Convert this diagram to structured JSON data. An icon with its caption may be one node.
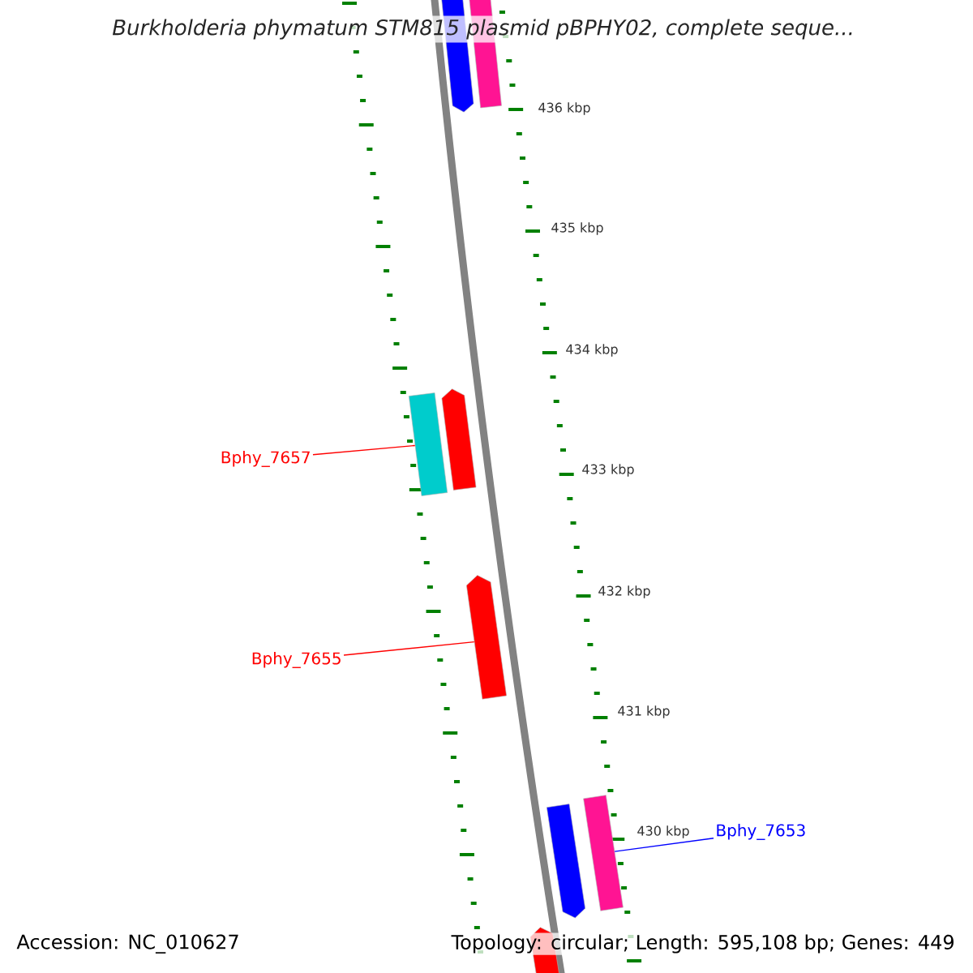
{
  "diagram": {
    "title": "Burkholderia phymatum STM815 plasmid pBPHY02, complete seque...",
    "nodes": [
      {
        "text": [],
        "shape": "arrow"
      },
      {
        "text": [],
        "shape": "bar"
      },
      {
        "text": [
          "Bphy_7657"
        ]
      },
      {
        "text": [],
        "shape": "bar"
      },
      {
        "text": [],
        "shape": "arrow"
      },
      {
        "text": [
          "Bphy_7655"
        ]
      },
      {
        "text": [],
        "shape": "arrow"
      },
      {
        "text": [
          "Bphy_7653"
        ]
      },
      {
        "text": [],
        "shape": "arrow"
      },
      {
        "text": [],
        "shape": "bar"
      },
      {
        "text": [],
        "shape": "arrow"
      }
    ],
    "edges": [
      {
        "from": 2,
        "to": 3,
        "arrow": "none",
        "color": "#ff0000"
      },
      {
        "from": 5,
        "to": 6,
        "arrow": "none",
        "color": "#ff0000"
      },
      {
        "from": 7,
        "to": 9,
        "arrow": "none",
        "color": "#0000ff"
      }
    ],
    "labels": [
      "436 kbp",
      "435 kbp",
      "434 kbp",
      "433 kbp",
      "432 kbp",
      "431 kbp",
      "430 kbp",
      "Accession: NC_010627",
      "Topology: circular; Length: 595,108 bp; Genes: 449"
    ]
  }
}
